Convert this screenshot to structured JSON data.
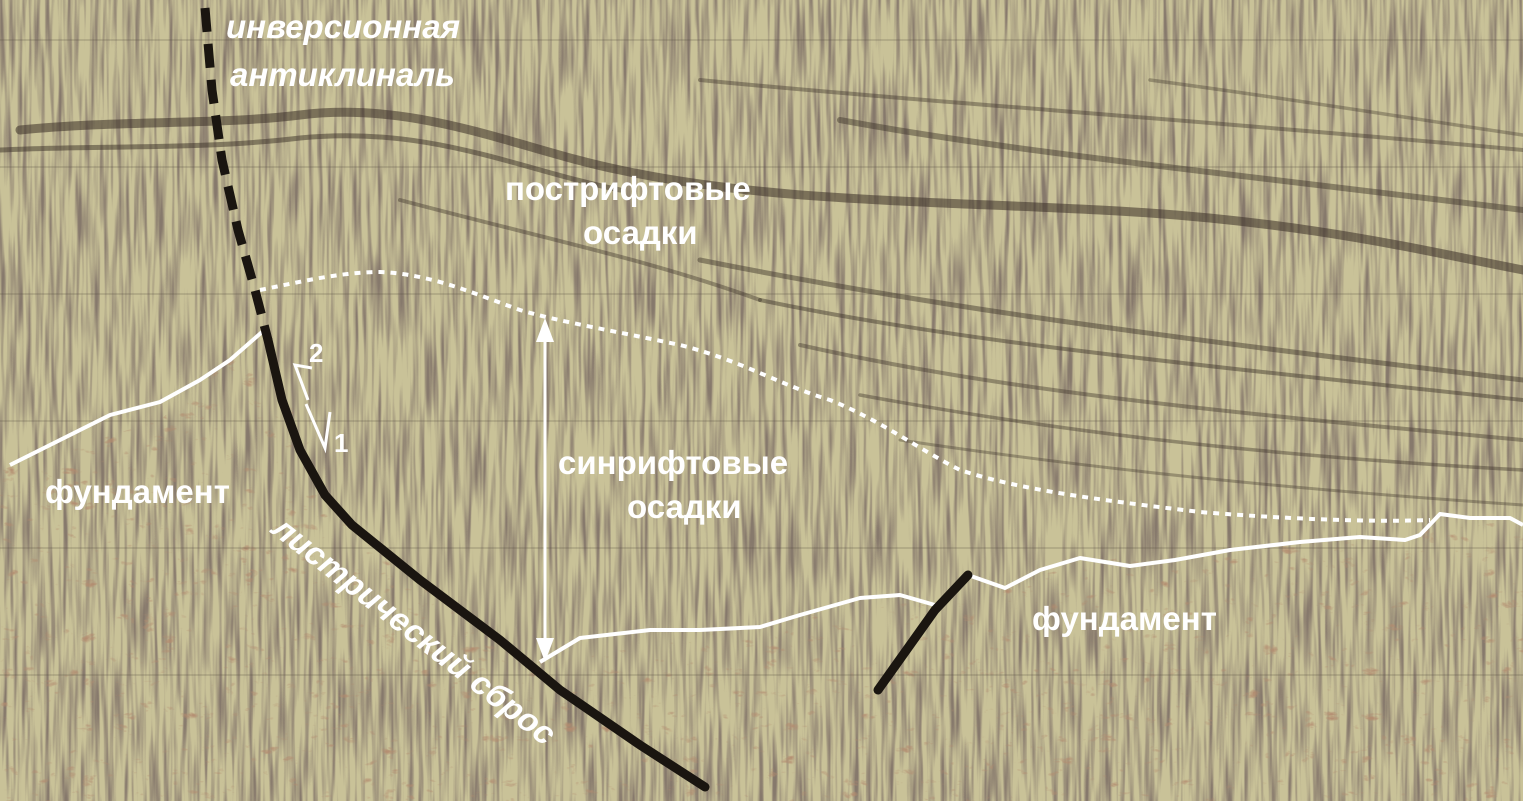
{
  "labels": {
    "inversion_line1": "инверсионная",
    "inversion_line2": "антиклиналь",
    "postrift_line1": "пострифтовые",
    "postrift_line2": "осадки",
    "synrift_line1": "синрифтовые",
    "synrift_line2": "осадки",
    "basement_left": "фундамент",
    "basement_right": "фундамент",
    "listric_fault": "листрический сброс",
    "motion_1": "1",
    "motion_2": "2"
  },
  "colors": {
    "background": "#c9c298",
    "reflector_dark": "#3a3026",
    "reflector_rust": "#7a4a2c",
    "interpretation_white": "#ffffff",
    "fault_black": "#1a1510"
  }
}
